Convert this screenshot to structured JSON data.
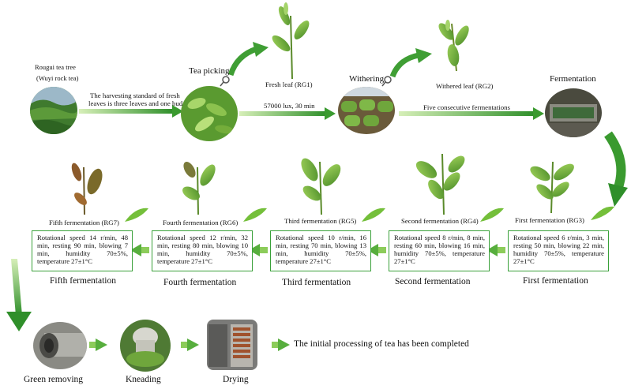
{
  "top": {
    "tree_label_1": "Rougui tea tree",
    "tree_label_2": "(Wuyi rock tea)",
    "standard_1": "The harvesting standard of fresh",
    "standard_2": "leaves is three leaves and one bud",
    "tea_picking": "Tea picking",
    "fresh_leaf": "Fresh leaf (RG1)",
    "light": "57000 lux, 30 min",
    "withering": "Withering",
    "withered_leaf": "Withered leaf (RG2)",
    "five_consecutive": "Five consecutive fermentations",
    "fermentation": "Fermentation"
  },
  "stages": [
    {
      "title": "First fermentation (RG3)",
      "params": "Rotational speed 6 r/min, 3 min, resting 50 min, blowing 22 min, humidity 70±5%, temperature 27±1°C",
      "caption": "First fermentation"
    },
    {
      "title": "Second fermentation (RG4)",
      "params": "Rotational speed 8 r/min, 8 min, resting 60 min, blowing 16 min, humidity 70±5%, temperature 27±1°C",
      "caption": "Second fermentation"
    },
    {
      "title": "Third fermentation (RG5)",
      "params": "Rotational speed 10 r/min, 16 min, resting 70 min, blowing 13 min, humidity 70±5%, temperature 27±1°C",
      "caption": "Third fermentation"
    },
    {
      "title": "Fourth fermentation (RG6)",
      "params": "Rotational speed 12 r/min, 32 min, resting 80 min, blowing 10 min, humidity 70±5%, temperature 27±1°C",
      "caption": "Fourth fermentation"
    },
    {
      "title": "Fifth fermentation (RG7)",
      "params": "Rotational speed 14 r/min, 48 min, resting 90 min, blowing 7 min, humidity 70±5%, temperature 27±1°C",
      "caption": "Fifth fermentation"
    }
  ],
  "bottom": {
    "green_removing": "Green removing",
    "kneading": "Kneading",
    "drying": "Drying",
    "completed": "The initial processing of tea has been completed"
  },
  "colors": {
    "arrow_green": "#49a83a",
    "box_border": "#3aa13a",
    "leaf_green": "#6cab3c",
    "withered_brown": "#8b5a2b"
  }
}
